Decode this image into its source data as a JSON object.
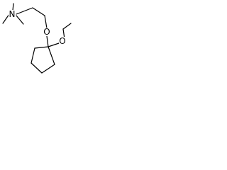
{
  "molecule": {
    "atoms": {
      "nitrogen": {
        "label": "N"
      },
      "ether_oxygen_1": {
        "label": "O"
      },
      "ether_oxygen_2": {
        "label": "O"
      }
    }
  }
}
